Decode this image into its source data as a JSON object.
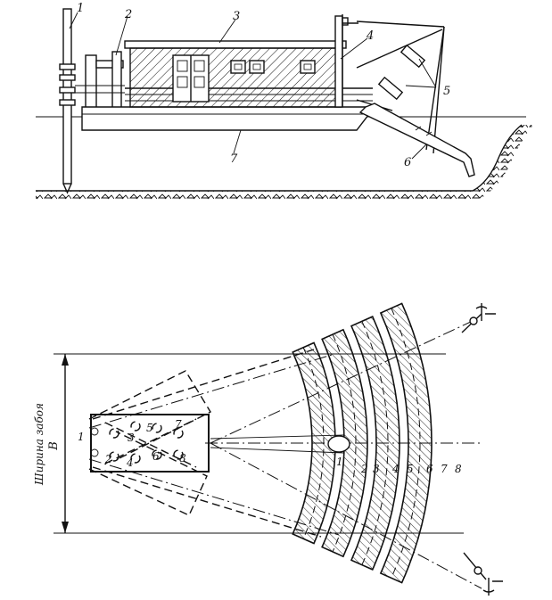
{
  "top_view": {
    "labels": [
      "1",
      "2",
      "3",
      "4",
      "5",
      "6",
      "7"
    ]
  },
  "plan_view": {
    "dredge_positions": [
      "1",
      "2",
      "3",
      "4",
      "5",
      "6",
      "7",
      "8"
    ],
    "arc_positions": [
      "1",
      "2",
      "3",
      "4",
      "5",
      "6",
      "7",
      "8"
    ],
    "width_symbol": "B",
    "width_caption": "Ширина забоя"
  }
}
